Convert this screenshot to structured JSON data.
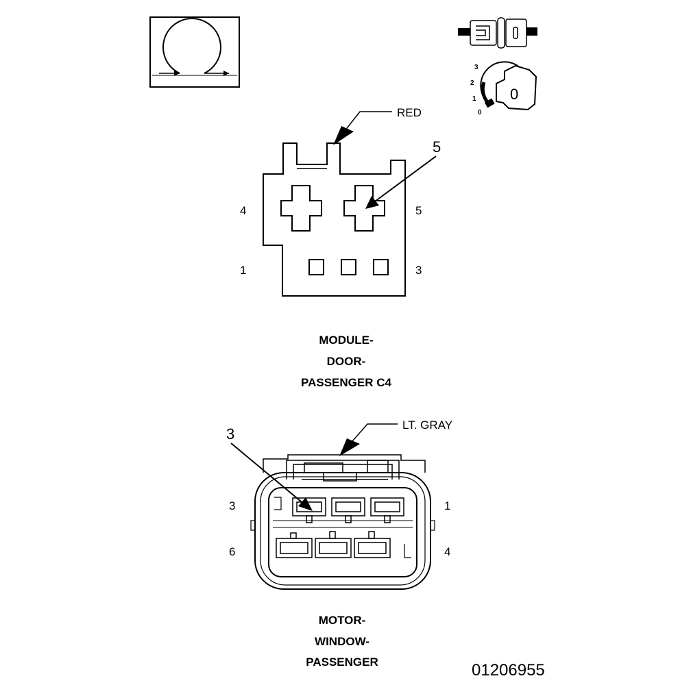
{
  "top_connector": {
    "color_label": "RED",
    "callout_number": "5",
    "pin_labels": {
      "top_left": "4",
      "top_right": "5",
      "bottom_left": "1",
      "bottom_right": "3"
    },
    "caption": [
      "MODULE-",
      "DOOR-",
      "PASSENGER C4"
    ]
  },
  "bottom_connector": {
    "color_label": "LT. GRAY",
    "callout_number": "3",
    "pin_labels": {
      "top_left": "3",
      "top_right": "1",
      "bottom_left": "6",
      "bottom_right": "4"
    },
    "caption": [
      "MOTOR-",
      "WINDOW-",
      "PASSENGER"
    ]
  },
  "ignition_switch": {
    "positions": [
      "3",
      "2",
      "1",
      "0"
    ],
    "key_symbol": "0"
  },
  "figure_id": "01206955",
  "icons": [
    "ohmmeter-icon",
    "connector-disconnect-icon",
    "ignition-key-off-icon"
  ]
}
